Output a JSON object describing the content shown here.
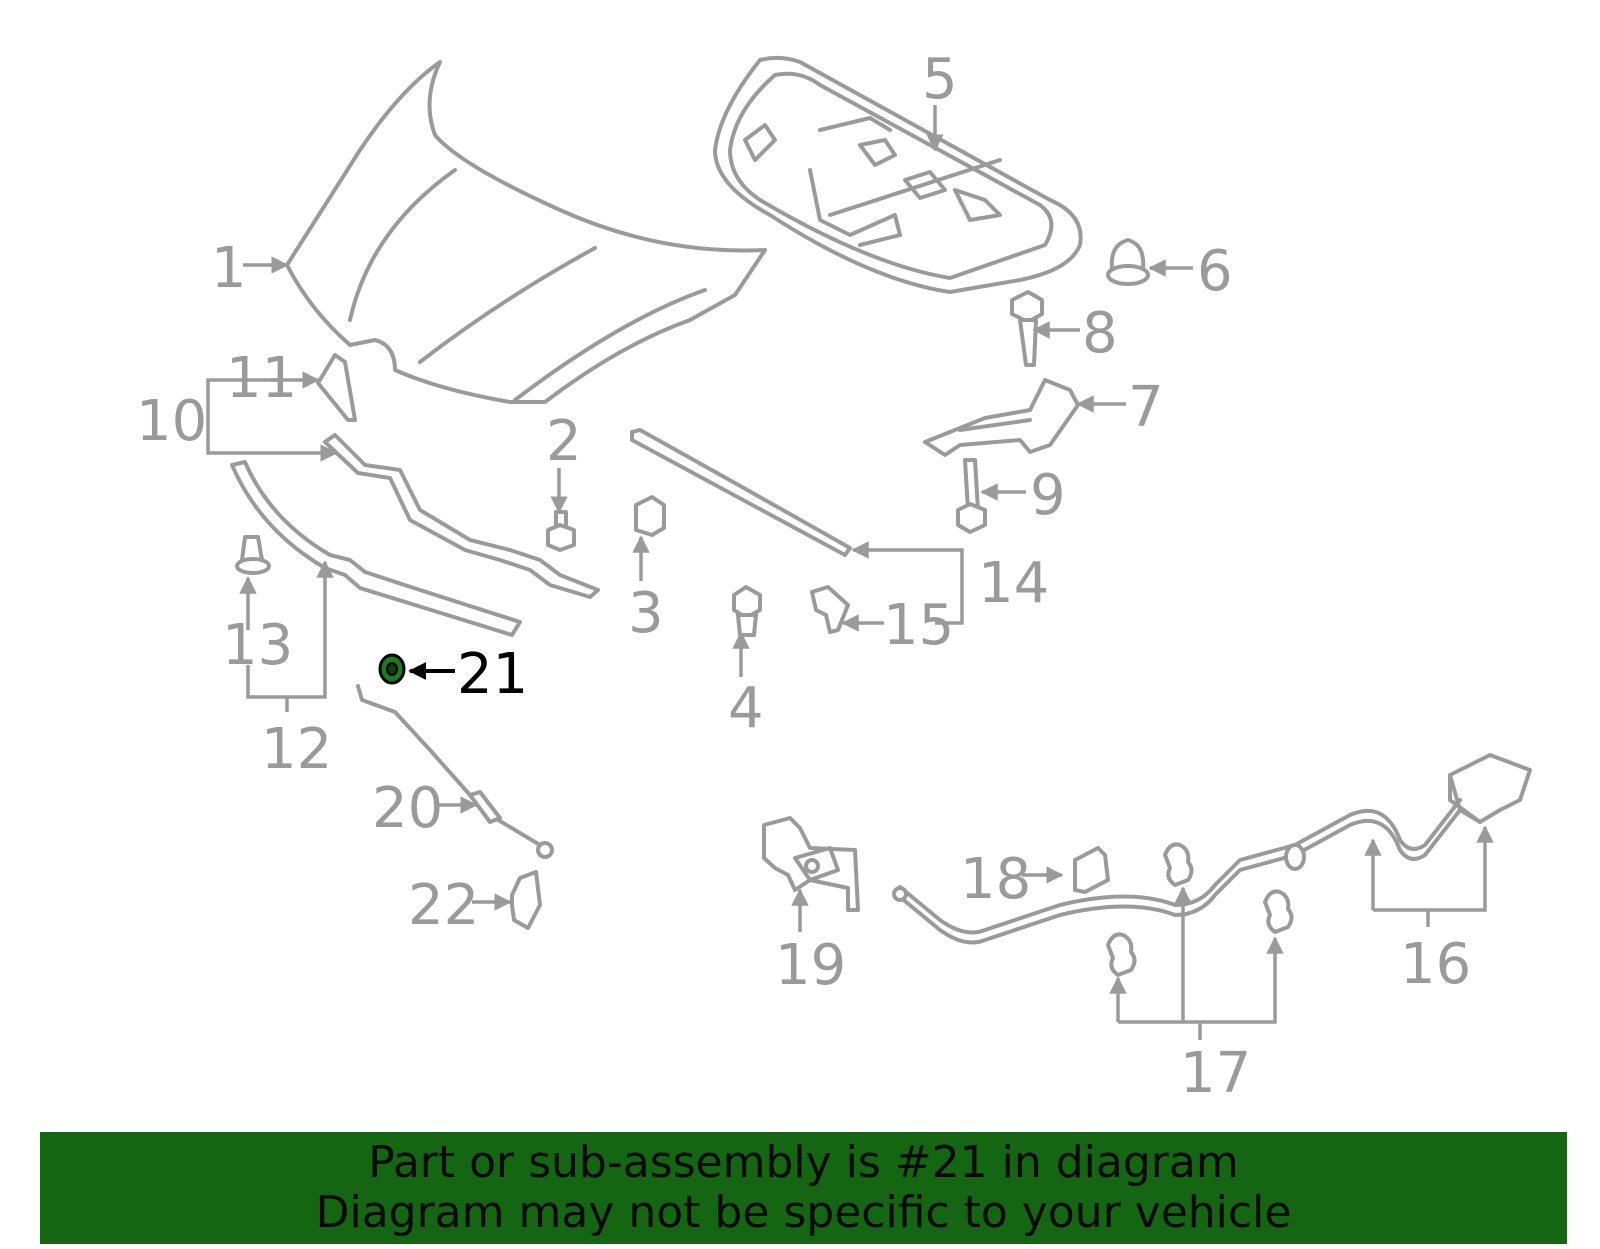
{
  "diagram": {
    "callouts": [
      {
        "id": "1",
        "label": "1"
      },
      {
        "id": "2",
        "label": "2"
      },
      {
        "id": "3",
        "label": "3"
      },
      {
        "id": "4",
        "label": "4"
      },
      {
        "id": "5",
        "label": "5"
      },
      {
        "id": "6",
        "label": "6"
      },
      {
        "id": "7",
        "label": "7"
      },
      {
        "id": "8",
        "label": "8"
      },
      {
        "id": "9",
        "label": "9"
      },
      {
        "id": "10",
        "label": "10"
      },
      {
        "id": "11",
        "label": "11"
      },
      {
        "id": "12",
        "label": "12"
      },
      {
        "id": "13",
        "label": "13"
      },
      {
        "id": "14",
        "label": "14"
      },
      {
        "id": "15",
        "label": "15"
      },
      {
        "id": "16",
        "label": "16"
      },
      {
        "id": "17",
        "label": "17"
      },
      {
        "id": "18",
        "label": "18"
      },
      {
        "id": "19",
        "label": "19"
      },
      {
        "id": "20",
        "label": "20"
      },
      {
        "id": "21",
        "label": "21"
      },
      {
        "id": "22",
        "label": "22"
      }
    ],
    "highlighted_part": "21",
    "highlight_color": "#1f7a1a",
    "line_color": "#9a9a9a"
  },
  "banner": {
    "line1": "Part or sub-assembly is #21 in diagram",
    "line2": "Diagram may not be specific to your vehicle",
    "background": "#156612"
  }
}
